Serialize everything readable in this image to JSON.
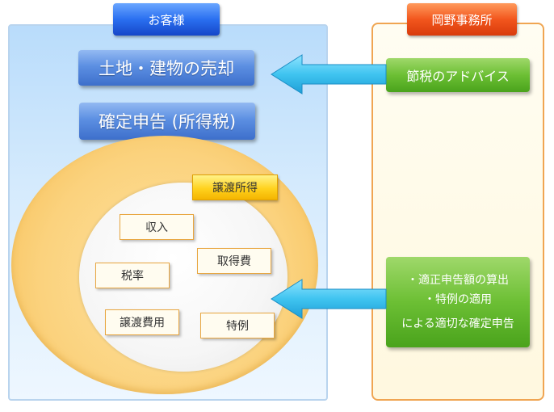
{
  "client": {
    "tab": "お客様",
    "sale_label": "土地・建物の売却",
    "return_label": "確定申告 (所得税)",
    "transfer_income_label": "譲渡所得",
    "items": {
      "income": "収入",
      "acquisition_cost": "取得費",
      "tax_rate": "税率",
      "transfer_cost": "譲渡費用",
      "special_exception": "特例"
    }
  },
  "office": {
    "tab": "岡野事務所",
    "advice_label": "節税のアドバイス",
    "services": {
      "line1": "・適正申告額の算出",
      "line2": "・特例の適用",
      "line3": "による適切な確定申告"
    }
  },
  "colors": {
    "client_tab": "#2a6ff0",
    "office_tab": "#f2561d",
    "green_box": "#6cbf34",
    "arrow": "#3fc4f0",
    "outer_circle": "#fbd27d",
    "office_border": "#f0a552"
  },
  "icons": {
    "arrow_top": "arrow-left-icon",
    "arrow_bottom": "arrow-left-icon"
  }
}
